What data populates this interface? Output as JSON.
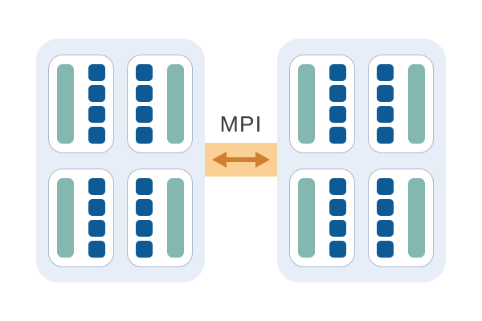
{
  "diagram": {
    "type": "hpc-mpi-node-diagram",
    "connector": {
      "label": "MPI",
      "arrow": "double-headed-horizontal"
    },
    "nodes": [
      {
        "id": "node-1",
        "sockets": [
          {
            "layout": "bar-left",
            "cores": 4,
            "memory_bars": 1
          },
          {
            "layout": "bar-right",
            "cores": 4,
            "memory_bars": 1
          },
          {
            "layout": "bar-left",
            "cores": 4,
            "memory_bars": 1
          },
          {
            "layout": "bar-right",
            "cores": 4,
            "memory_bars": 1
          }
        ]
      },
      {
        "id": "node-2",
        "sockets": [
          {
            "layout": "bar-left",
            "cores": 4,
            "memory_bars": 1
          },
          {
            "layout": "bar-right",
            "cores": 4,
            "memory_bars": 1
          },
          {
            "layout": "bar-left",
            "cores": 4,
            "memory_bars": 1
          },
          {
            "layout": "bar-right",
            "cores": 4,
            "memory_bars": 1
          }
        ]
      }
    ],
    "colors": {
      "page_background": "#ffffff",
      "node_background": "#e8eef7",
      "socket_background": "#ffffff",
      "socket_border": "#aab6ce",
      "core": "#0d5a94",
      "memory_bar": "#84b7b0",
      "connector_band": "#fbd094",
      "connector_arrow": "#d07f2e",
      "label_text": "#3b3b3b"
    }
  }
}
